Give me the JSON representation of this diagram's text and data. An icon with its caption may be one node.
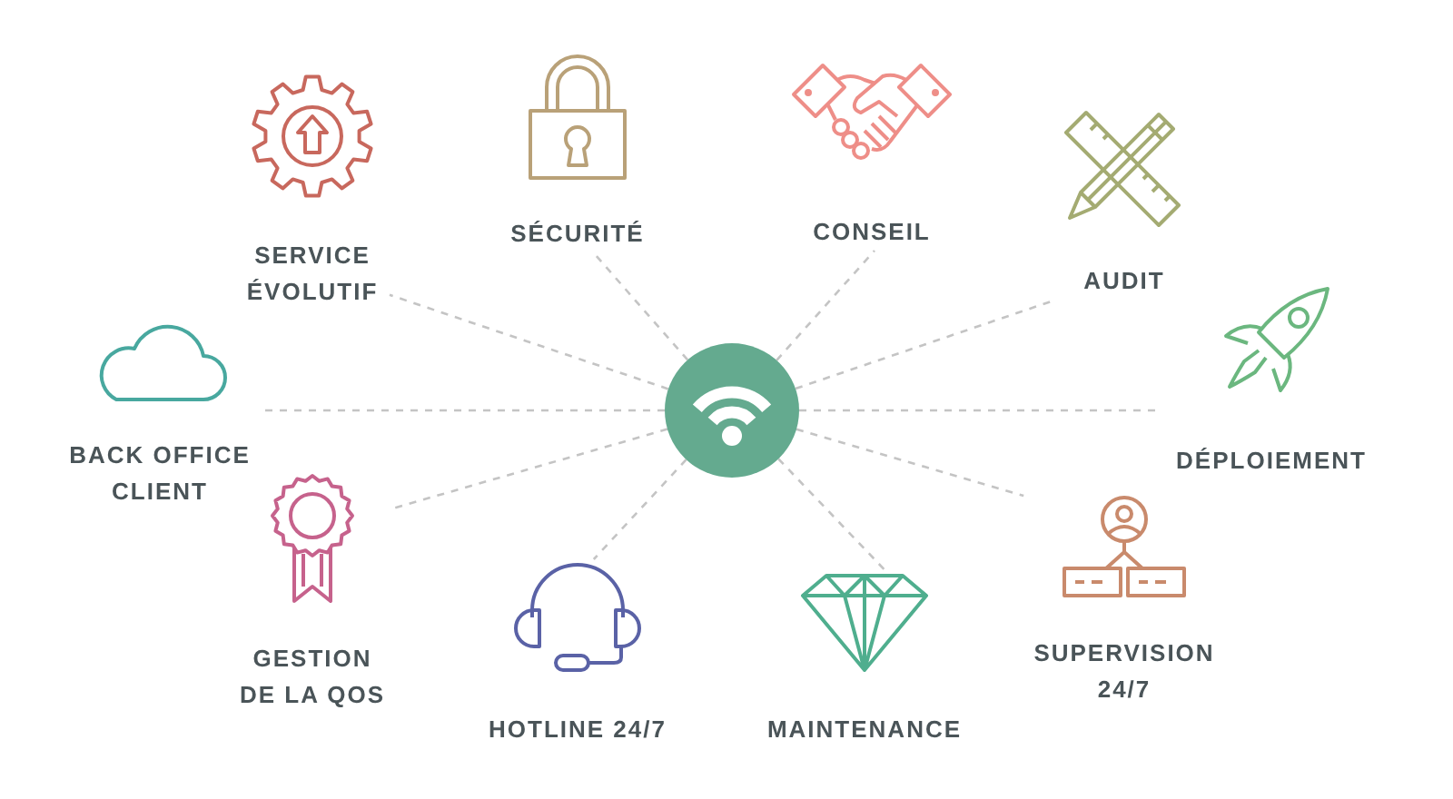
{
  "diagram": {
    "nodes": [
      {
        "text": [],
        "shape": "circle"
      },
      {
        "text": [
          "SERVICE ÉVOLUTIF"
        ]
      },
      {
        "text": [
          "SÉCURITÉ"
        ]
      },
      {
        "text": [
          "CONSEIL"
        ]
      },
      {
        "text": [
          "AUDIT"
        ]
      },
      {
        "text": [
          "DÉPLOIEMENT"
        ]
      },
      {
        "text": [
          "SUPERVISION 24/7"
        ]
      },
      {
        "text": [
          "MAINTENANCE"
        ]
      },
      {
        "text": [
          "HOTLINE 24/7"
        ]
      },
      {
        "text": [
          "GESTION DE LA QOS"
        ]
      },
      {
        "text": [
          "BACK OFFICE CLIENT"
        ]
      }
    ],
    "edges": [
      {
        "from": 0,
        "to": 1,
        "arrow": "none",
        "style": "dashed"
      },
      {
        "from": 0,
        "to": 2,
        "arrow": "none",
        "style": "dashed"
      },
      {
        "from": 0,
        "to": 3,
        "arrow": "none",
        "style": "dashed"
      },
      {
        "from": 0,
        "to": 4,
        "arrow": "none",
        "style": "dashed"
      },
      {
        "from": 0,
        "to": 5,
        "arrow": "none",
        "style": "dashed"
      },
      {
        "from": 0,
        "to": 6,
        "arrow": "none",
        "style": "dashed"
      },
      {
        "from": 0,
        "to": 7,
        "arrow": "none",
        "style": "dashed"
      },
      {
        "from": 0,
        "to": 8,
        "arrow": "none",
        "style": "dashed"
      },
      {
        "from": 0,
        "to": 9,
        "arrow": "none",
        "style": "dashed"
      },
      {
        "from": 0,
        "to": 10,
        "arrow": "none",
        "style": "dashed"
      }
    ]
  }
}
